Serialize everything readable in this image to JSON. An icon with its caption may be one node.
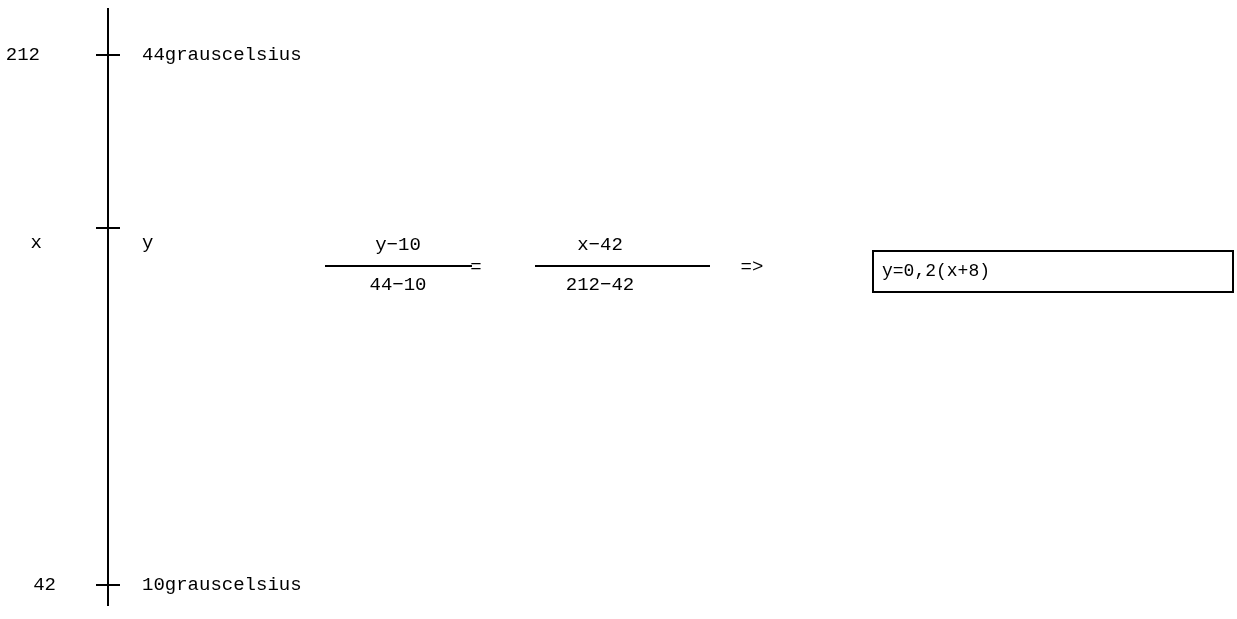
{
  "diagram": {
    "nodes": [
      {
        "text": [
          "y=0,2(x+8)"
        ]
      }
    ],
    "labels": [
      "212",
      "44grauscelsius",
      "x",
      "y",
      "y−10",
      "x−42",
      "44−10",
      "=",
      "212−42",
      "=>",
      "42",
      "10grauscelsius"
    ]
  }
}
